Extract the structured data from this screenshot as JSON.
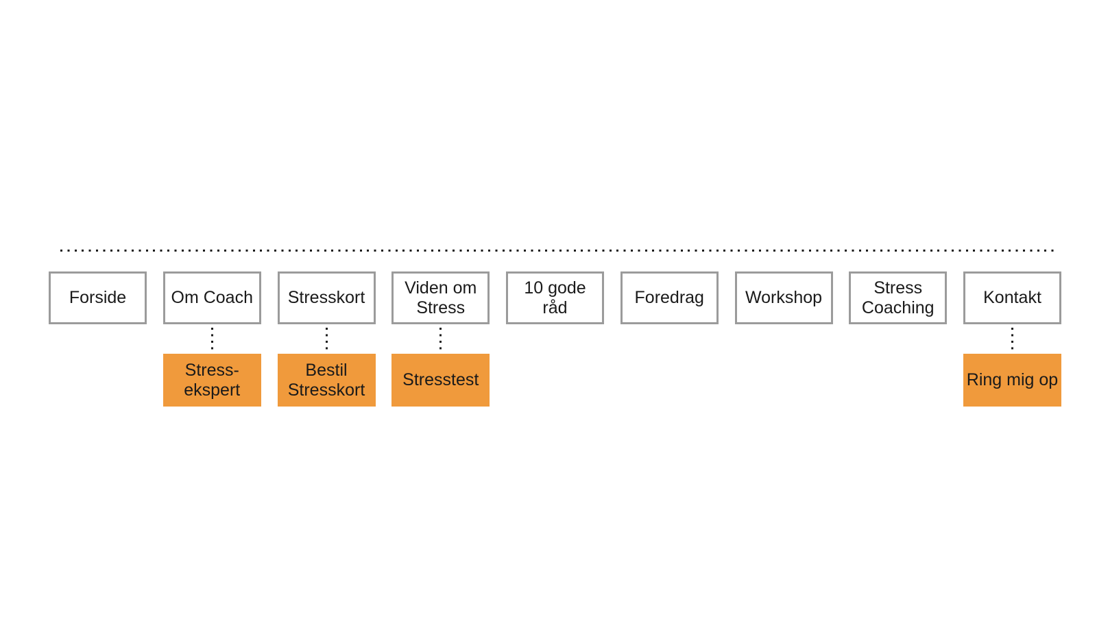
{
  "diagram": {
    "kind": "website-sitemap",
    "colors": {
      "background": "#ffffff",
      "node_border": "#9b9b9b",
      "node_fill": "#ffffff",
      "child_fill": "#f09a3c",
      "text": "#1a1a1a",
      "dotted_line": "#1b1b1b"
    },
    "nav_items": [
      {
        "label": "Forside",
        "child": null
      },
      {
        "label": "Om Coach",
        "child": "Stress-\nekspert"
      },
      {
        "label": "Stresskort",
        "child": "Bestil\nStresskort"
      },
      {
        "label": "Viden om\nStress",
        "child": "Stresstest"
      },
      {
        "label": "10 gode\nråd",
        "child": null
      },
      {
        "label": "Foredrag",
        "child": null
      },
      {
        "label": "Workshop",
        "child": null
      },
      {
        "label": "Stress\nCoaching",
        "child": null
      },
      {
        "label": "Kontakt",
        "child": "Ring mig op"
      }
    ]
  }
}
